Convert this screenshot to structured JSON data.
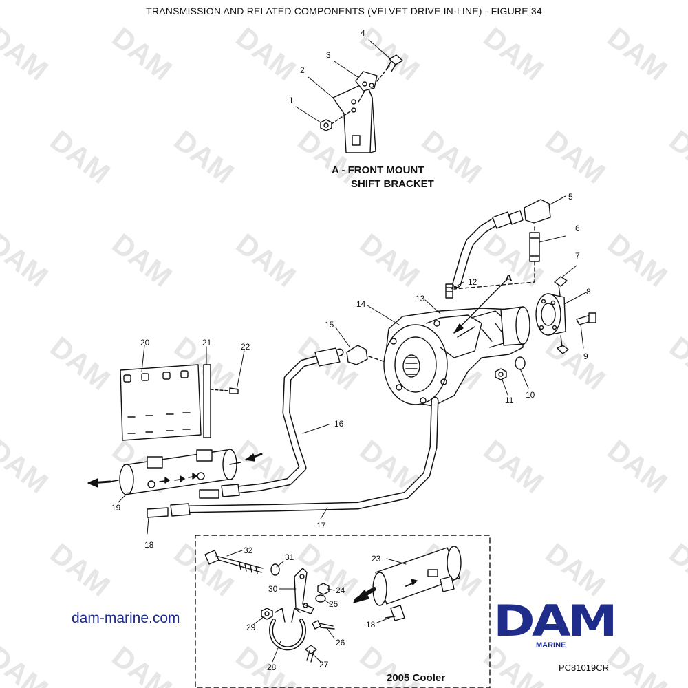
{
  "title": "TRANSMISSION AND RELATED COMPONENTS (VELVET DRIVE IN-LINE) - FIGURE 34",
  "inset_caption_line1": "A - FRONT MOUNT",
  "inset_caption_line2": "SHIFT BRACKET",
  "view_marker": "A",
  "cooler_box_label": "2005 Cooler",
  "website": "dam-marine.com",
  "brand_main": "DAM",
  "brand_sub": "MARINE",
  "drawing_code": "PC81019CR",
  "watermark": "DAM",
  "colors": {
    "brand_blue": "#1f2c8a",
    "watermark_gray": "#e6e6e6",
    "line": "#111111"
  },
  "callouts": [
    "1",
    "2",
    "3",
    "4",
    "5",
    "6",
    "7",
    "8",
    "9",
    "10",
    "11",
    "12",
    "13",
    "14",
    "15",
    "16",
    "17",
    "18",
    "19",
    "20",
    "21",
    "22",
    "23",
    "24",
    "25",
    "26",
    "27",
    "28",
    "29",
    "30",
    "31",
    "32",
    "18"
  ]
}
